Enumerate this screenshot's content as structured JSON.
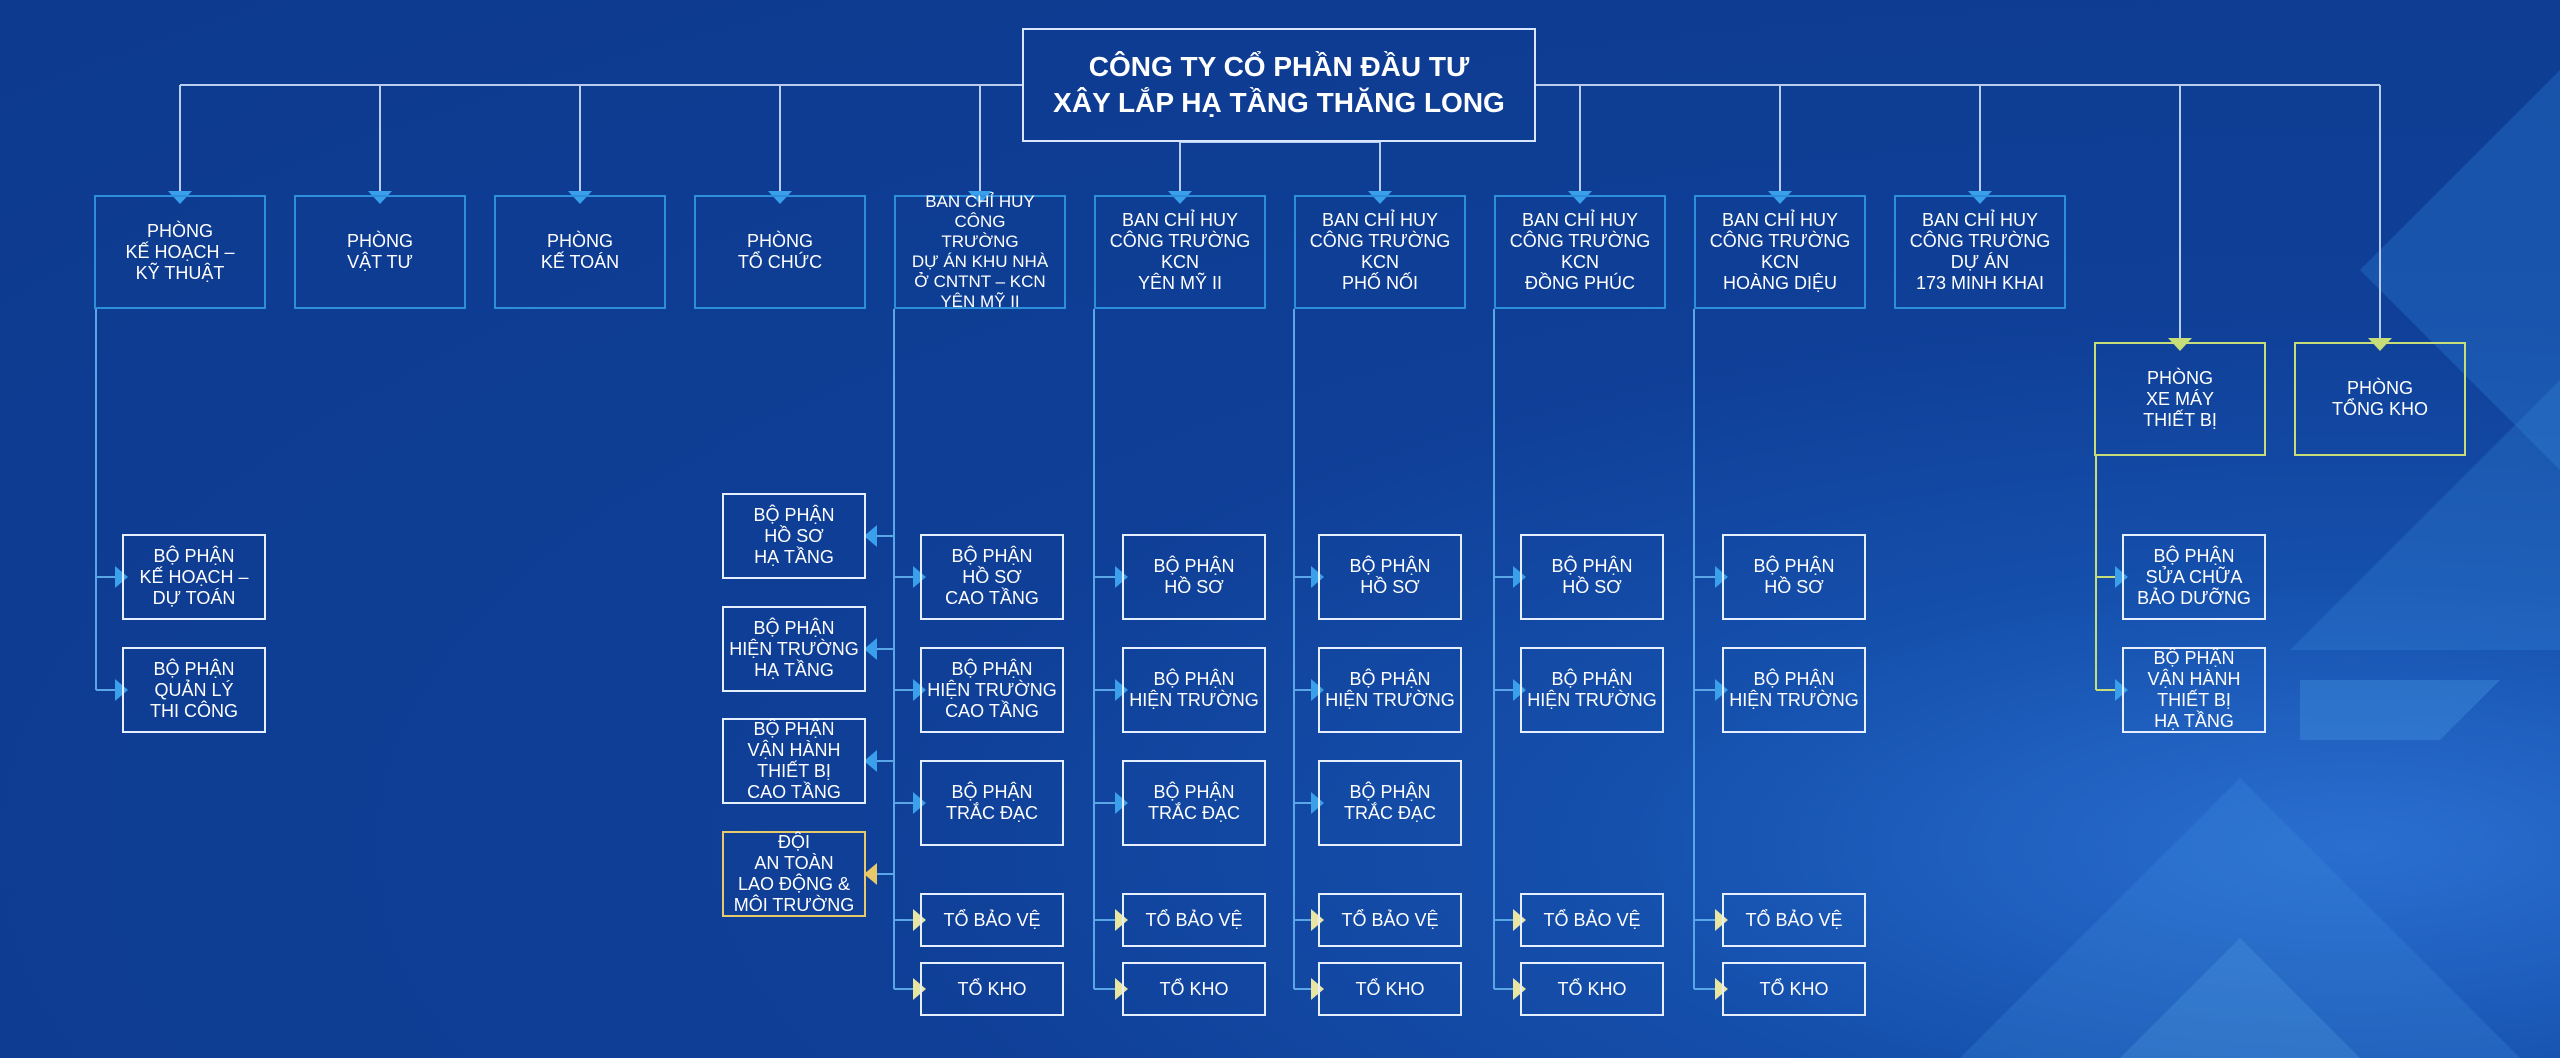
{
  "company": {
    "title": "CÔNG TY CỔ PHẦN ĐẦU TƯ\nXÂY LẮP HẠ TẦNG THĂNG LONG"
  },
  "colors": {
    "background": "#0f3f97",
    "line": "#5aa6e6",
    "dept_border": "#2d8fdc",
    "unit_border": "#e6efff",
    "equipment_border": "#c6dd7a",
    "safety_border": "#e8c96a"
  },
  "departments": [
    {
      "label": "PHÒNG\nKẾ HOẠCH –\nKỸ THUẬT"
    },
    {
      "label": "PHÒNG\nVẬT TƯ"
    },
    {
      "label": "PHÒNG\nKẾ TOÁN"
    },
    {
      "label": "PHÒNG\nTỔ CHỨC"
    },
    {
      "label": "BAN CHỈ HUY CÔNG\nTRƯỜNG\nDỰ ÁN KHU NHÀ\nỞ CNTNT – KCN\nYÊN MỸ II"
    },
    {
      "label": "BAN CHỈ HUY\nCÔNG TRƯỜNG\nKCN\nYÊN MỸ II"
    },
    {
      "label": "BAN CHỈ HUY\nCÔNG TRƯỜNG\nKCN\nPHỐ NỐI"
    },
    {
      "label": "BAN CHỈ HUY\nCÔNG TRƯỜNG\nKCN\nĐỒNG PHÚC"
    },
    {
      "label": "BAN CHỈ HUY\nCÔNG TRƯỜNG\nKCN\nHOÀNG DIỆU"
    },
    {
      "label": "BAN CHỈ HUY\nCÔNG TRƯỜNG\nDỰ ÁN\n173 MINH KHAI"
    },
    {
      "label": "PHÒNG\nXE MÁY\nTHIẾT BỊ"
    },
    {
      "label": "PHÒNG\nTỔNG KHO"
    }
  ],
  "units": {
    "ke_hoach": [
      "BỘ PHẬN\nKẾ HOẠCH –\nDỰ TOÁN",
      "BỘ PHẬN\nQUẢN LÝ\nTHI CÔNG"
    ],
    "khu_nha_left": [
      "BỘ PHẬN\nHỒ SƠ\nHẠ TẦNG",
      "BỘ PHẬN\nHIỆN TRƯỜNG\nHẠ TẦNG",
      "BỘ PHẬN\nVẬN HÀNH\nTHIẾT BỊ\nCAO TẦNG",
      "ĐỘI\nAN TOÀN\nLAO ĐỘNG &\nMÔI TRƯỜNG"
    ],
    "khu_nha_right": [
      "BỘ PHẬN\nHỒ SƠ\nCAO TẦNG",
      "BỘ PHẬN\nHIỆN TRƯỜNG\nCAO TẦNG",
      "BỘ PHẬN\nTRẮC ĐẠC",
      "TỔ BẢO VỆ",
      "TỔ KHO"
    ],
    "yen_my": [
      "BỘ PHẬN\nHỒ SƠ",
      "BỘ PHẬN\nHIỆN TRƯỜNG",
      "BỘ PHẬN\nTRẮC ĐẠC",
      "TỔ BẢO VỆ",
      "TỔ KHO"
    ],
    "pho_noi": [
      "BỘ PHẬN\nHỒ SƠ",
      "BỘ PHẬN\nHIỆN TRƯỜNG",
      "BỘ PHẬN\nTRẮC ĐẠC",
      "TỔ BẢO VỆ",
      "TỔ KHO"
    ],
    "dong_phuc": [
      "BỘ PHẬN\nHỒ SƠ",
      "BỘ PHẬN\nHIỆN TRƯỜNG",
      "TỔ BẢO VỆ",
      "TỔ KHO"
    ],
    "hoang_dieu": [
      "BỘ PHẬN\nHỒ SƠ",
      "BỘ PHẬN\nHIỆN TRƯỜNG",
      "TỔ BẢO VỆ",
      "TỔ KHO"
    ],
    "xe_may": [
      "BỘ PHẬN\nSỬA CHỮA\nBẢO DƯỠNG",
      "BỘ PHẬN\nVẬN HÀNH\nTHIẾT BỊ\nHẠ TẦNG"
    ]
  }
}
